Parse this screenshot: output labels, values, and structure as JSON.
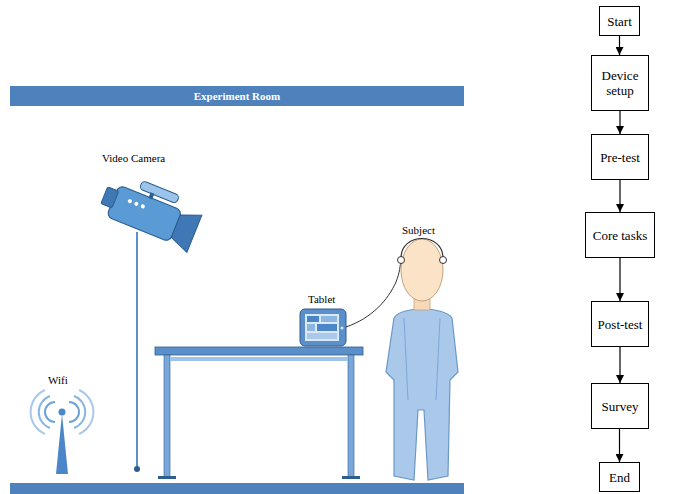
{
  "diagram": {
    "nodes": [
      {
        "text": [
          "Experiment Room"
        ]
      },
      {
        "text": [
          "Start"
        ]
      },
      {
        "text": [
          "Device setup"
        ]
      },
      {
        "text": [
          "Pre-test"
        ]
      },
      {
        "text": [
          "Core tasks"
        ]
      },
      {
        "text": [
          "Post-test"
        ]
      },
      {
        "text": [
          "Survey"
        ]
      },
      {
        "text": [
          "End"
        ]
      }
    ],
    "edges": [
      {
        "from": 1,
        "to": 2,
        "arrow": "to"
      },
      {
        "from": 2,
        "to": 3,
        "arrow": "to"
      },
      {
        "from": 3,
        "to": 4,
        "arrow": "to"
      },
      {
        "from": 4,
        "to": 5,
        "arrow": "to"
      },
      {
        "from": 5,
        "to": 6,
        "arrow": "to"
      },
      {
        "from": 6,
        "to": 7,
        "arrow": "to"
      }
    ],
    "labels": [
      "Video Camera",
      "Subject",
      "Tablet",
      "Wifi"
    ]
  }
}
